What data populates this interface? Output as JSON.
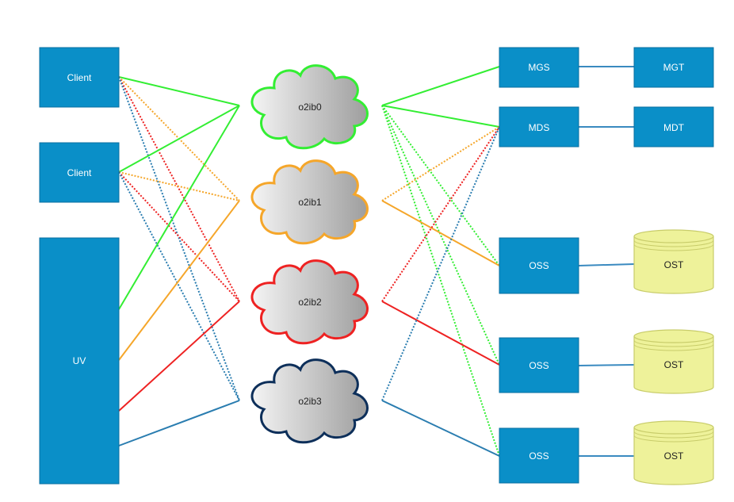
{
  "colors": {
    "node_fill": "#0a8fc8",
    "node_stroke": "#0a6fa0",
    "ost_fill": "#eef29a",
    "ost_stroke": "#c8cc6a",
    "net_o2ib0": "#33ee33",
    "net_o2ib1": "#f5a62a",
    "net_o2ib2": "#ee2222",
    "net_o2ib3": "#2a7db0",
    "net_o2ib3_outline": "#0d2f5a",
    "storage_link": "#3a8ac0"
  },
  "nodes": {
    "client1": "Client",
    "client2": "Client",
    "uv": "UV",
    "mgs": "MGS",
    "mds": "MDS",
    "mgt": "MGT",
    "mdt": "MDT",
    "oss1": "OSS",
    "oss2": "OSS",
    "oss3": "OSS",
    "ost1": "OST",
    "ost2": "OST",
    "ost3": "OST"
  },
  "networks": {
    "o2ib0": "o2ib0",
    "o2ib1": "o2ib1",
    "o2ib2": "o2ib2",
    "o2ib3": "o2ib3"
  }
}
